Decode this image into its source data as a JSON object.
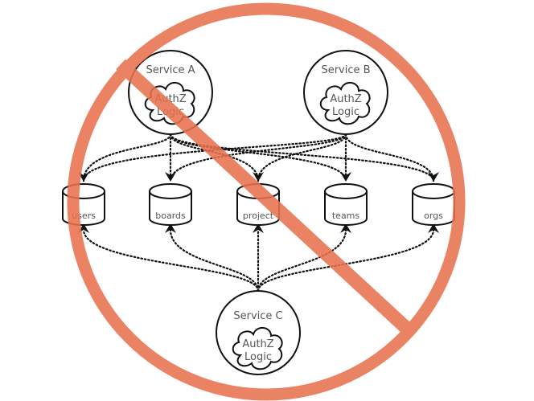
{
  "services": [
    {
      "name": "Service A",
      "logic": [
        "AuthZ",
        "Logic"
      ]
    },
    {
      "name": "Service B",
      "logic": [
        "AuthZ",
        "Logic"
      ]
    },
    {
      "name": "Service C",
      "logic": [
        "AuthZ",
        "Logic"
      ]
    }
  ],
  "databases": [
    "users",
    "boards",
    "project",
    "teams",
    "orgs"
  ],
  "prohibition_color": "#e8714f"
}
